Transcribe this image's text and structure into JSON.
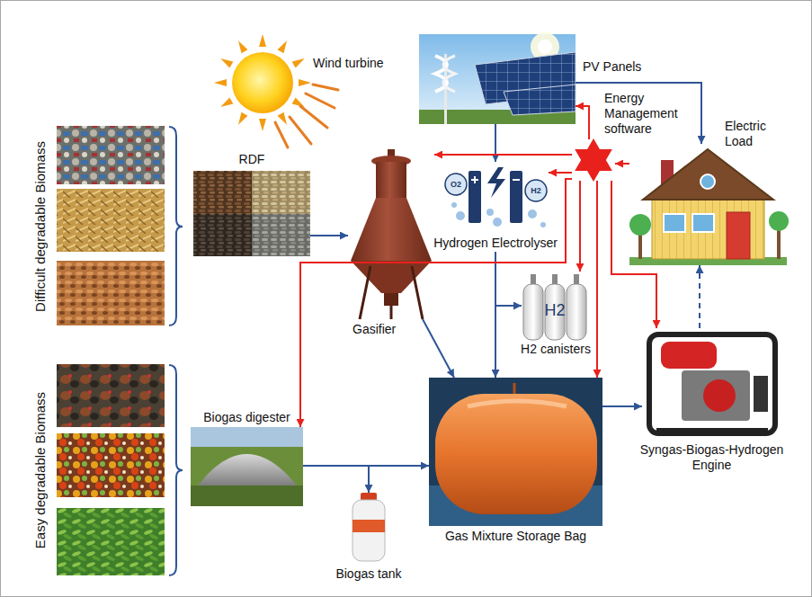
{
  "diagram": {
    "nodes": [
      {
        "text": [
          "PV Panels"
        ]
      },
      {
        "text": [
          "Energy Management software"
        ]
      },
      {
        "text": [
          "Electric Load"
        ]
      },
      {
        "text": [
          "RDF"
        ]
      },
      {
        "text": [
          "Gasifier"
        ]
      },
      {
        "text": [
          "Hydrogen Electrolyser"
        ]
      },
      {
        "text": [
          "H2 canisters"
        ]
      },
      {
        "text": [
          "Biogas digester"
        ]
      },
      {
        "text": [
          "Gas Mixture Storage Bag"
        ]
      },
      {
        "text": [
          "Syngas-Biogas-Hydrogen Engine"
        ]
      },
      {
        "text": [
          "Biogas tank"
        ]
      },
      {
        "text": [
          "Difficult degradable Biomass"
        ]
      },
      {
        "text": [
          "Easy degradable Biomass"
        ]
      }
    ],
    "edges": [
      {
        "from": 0,
        "to": 5,
        "arrow": "to"
      },
      {
        "from": 0,
        "to": 2,
        "arrow": "to"
      },
      {
        "from": 3,
        "to": 4,
        "arrow": "to"
      },
      {
        "from": 4,
        "to": 8,
        "arrow": "to"
      },
      {
        "from": 5,
        "to": 8,
        "arrow": "to"
      },
      {
        "from": 5,
        "to": 6,
        "arrow": "to"
      },
      {
        "from": 7,
        "to": 8,
        "arrow": "to"
      },
      {
        "from": 7,
        "to": 10,
        "arrow": "to"
      },
      {
        "from": 8,
        "to": 9,
        "arrow": "to"
      },
      {
        "from": 9,
        "to": 2,
        "arrow": "to"
      },
      {
        "from": 1,
        "to": 0,
        "arrow": "to"
      },
      {
        "from": 1,
        "to": 4,
        "arrow": "to"
      },
      {
        "from": 1,
        "to": 5,
        "arrow": "to"
      },
      {
        "from": 1,
        "to": 6,
        "arrow": "to"
      },
      {
        "from": 1,
        "to": 8,
        "arrow": "to"
      },
      {
        "from": 1,
        "to": 9,
        "arrow": "to"
      },
      {
        "from": 1,
        "to": 7,
        "arrow": "to"
      },
      {
        "from": 2,
        "to": 1,
        "arrow": "to"
      }
    ],
    "labels": [
      "Wind turbine",
      "O2",
      "H2",
      "H2"
    ]
  }
}
